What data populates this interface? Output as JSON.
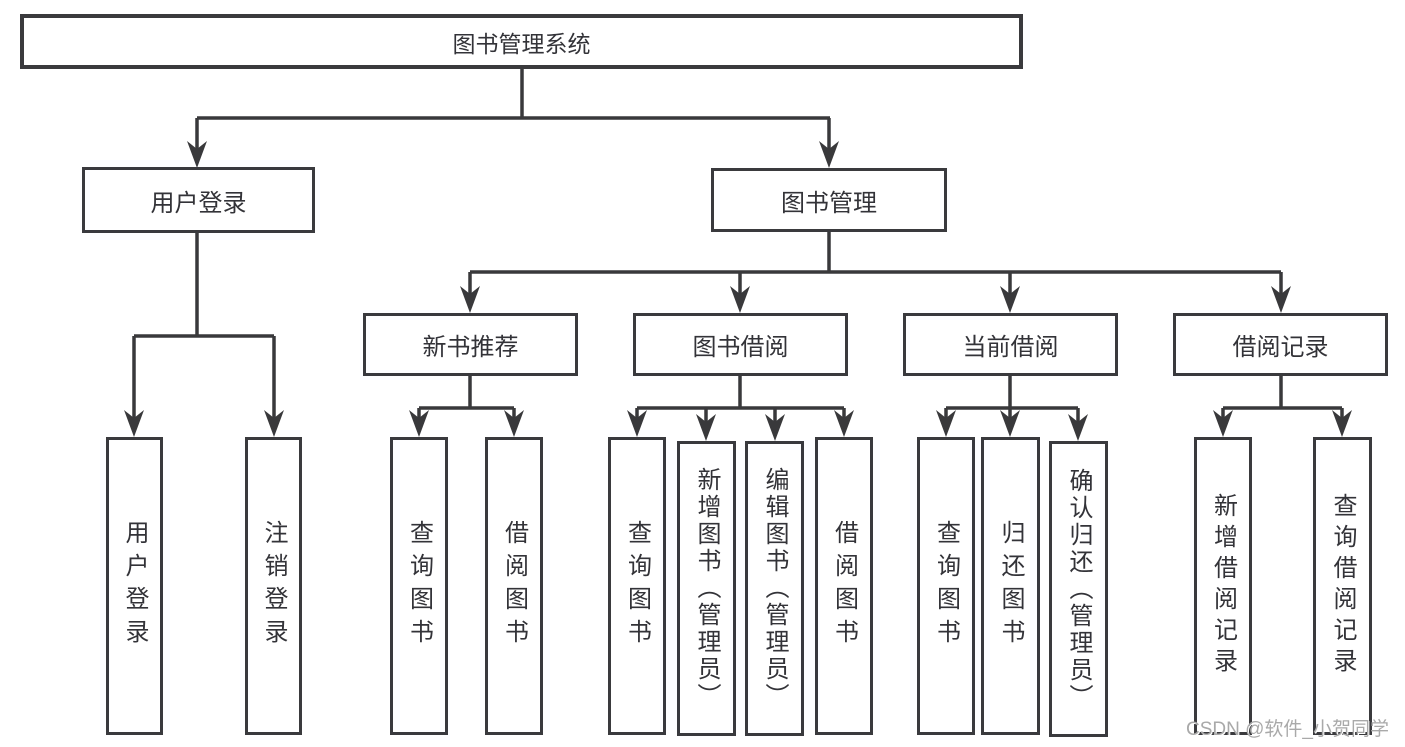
{
  "diagram": {
    "root": {
      "label": "图书管理系统"
    },
    "level2": [
      {
        "id": "user-login",
        "label": "用户登录"
      },
      {
        "id": "book-mgmt",
        "label": "图书管理"
      }
    ],
    "level3": [
      {
        "id": "new-books",
        "label": "新书推荐"
      },
      {
        "id": "book-borrow",
        "label": "图书借阅"
      },
      {
        "id": "current-borrow",
        "label": "当前借阅"
      },
      {
        "id": "borrow-records",
        "label": "借阅记录"
      }
    ],
    "leaves": {
      "user_login": [
        "用户登录",
        "注销登录"
      ],
      "new_books": [
        "查询图书",
        "借阅图书"
      ],
      "book_borrow": [
        "查询图书",
        "新增图书（管理员）",
        "编辑图书（管理员）",
        "借阅图书"
      ],
      "current_borrow": [
        "查询图书",
        "归还图书",
        "确认归还（管理员）"
      ],
      "borrow_records": [
        "新增借阅记录",
        "查询借阅记录"
      ]
    },
    "watermark": "CSDN @软件_小贺同学",
    "colors": {
      "line": "#39393b",
      "text": "#333338",
      "background": "#ffffff",
      "watermark": "#a9a9a9"
    }
  }
}
